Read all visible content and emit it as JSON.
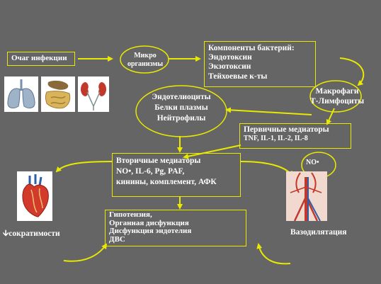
{
  "nodes": {
    "infection": "Очаг инфекции",
    "microorganisms": [
      "Микро",
      "организмы"
    ],
    "bacterial_components": [
      "Компоненты бактерий:",
      "Эндотоксин",
      "Экзотоксин",
      "Тейхоевые к-ты"
    ],
    "immune_cells": [
      "Макрофаги",
      "Т-Лимфоциты"
    ],
    "targets": [
      "Эндотелиоциты",
      "Белки плазмы",
      "Нейтрофилы"
    ],
    "primary_mediators": [
      "Первичные медиаторы",
      "TNF, IL-1, IL-2, IL-8"
    ],
    "secondary_mediators": [
      "Вторичные медиаторы",
      "NO•, IL-6, Pg, PAF,",
      "кинины, комплемент, АФК"
    ],
    "no_label": "NO•",
    "outcomes": [
      "Гипотензия,",
      "Органная дисфункция",
      "Дисфункция эндотелия",
      "ДВС"
    ],
    "contractility": "сократимости",
    "vasodilation": "Вазодилятация"
  },
  "icons": {
    "organs": [
      "lungs-icon",
      "intestines-icon",
      "kidneys-icon"
    ],
    "heart": "heart-icon",
    "vessels": "blood-vessels-icon",
    "down_arrow": "down-arrow-icon"
  },
  "colors": {
    "background": "#656565",
    "accent": "#e8e800",
    "text": "#ffffff"
  }
}
